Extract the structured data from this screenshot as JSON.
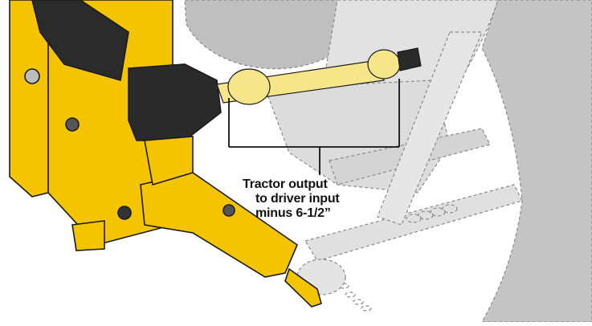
{
  "diagram": {
    "callout": {
      "line1": "Tractor output",
      "line2": "to driver input",
      "line3": "minus 6-1/2”"
    }
  },
  "colors": {
    "yellow": "#f5c400",
    "yellow_dark": "#d9a900",
    "ghost_gray": "#dcdcdc",
    "ghost_line": "#8a8a8a",
    "tire_gray": "#bdbdbd",
    "shaft": "#f7e58a",
    "black": "#1a1a1a"
  }
}
